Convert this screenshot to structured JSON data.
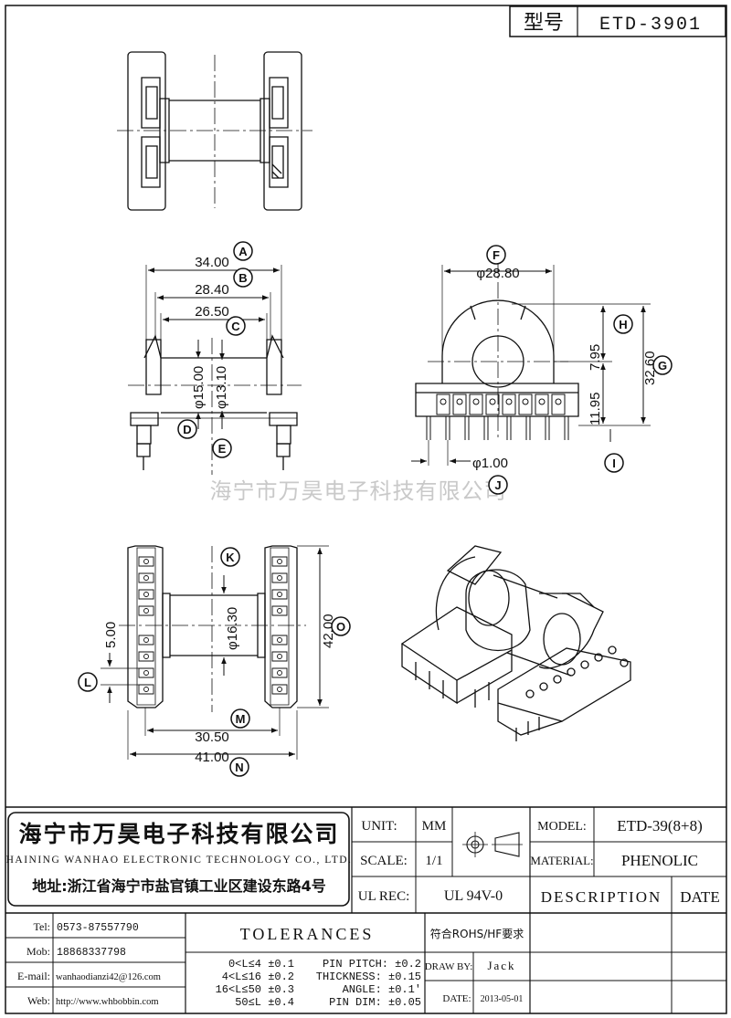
{
  "header": {
    "model_label": "型号",
    "model_value": "ETD-3901"
  },
  "watermark": "海宁市万昊电子科技有限公司",
  "dimensions": {
    "A": "34.00",
    "B": "28.40",
    "C": "26.50",
    "D": "φ15.00",
    "E": "φ13.10",
    "F": "φ28.80",
    "G": "32.60",
    "H": "7.95",
    "I": "11.95",
    "J": "φ1.00",
    "K": "φ16.30",
    "L": "5.00",
    "M": "30.50",
    "N": "41.00",
    "O": "42.00"
  },
  "callouts": [
    "A",
    "B",
    "C",
    "D",
    "E",
    "F",
    "G",
    "H",
    "I",
    "J",
    "K",
    "L",
    "M",
    "N",
    "O"
  ],
  "title_block": {
    "company_cn": "海宁市万昊电子科技有限公司",
    "company_en": "HAINING WANHAO ELECTRONIC TECHNOLOGY CO., LTD.",
    "address": "地址:浙江省海宁市盐官镇工业区建设东路4号",
    "unit_label": "UNIT:",
    "unit_value": "MM",
    "scale_label": "SCALE:",
    "scale_value": "1/1",
    "ulrec_label": "UL REC:",
    "ulrec_value": "UL 94V-0",
    "model_label": "MODEL:",
    "model_value": "ETD-39(8+8)",
    "material_label": "MATERIAL:",
    "material_value": "PHENOLIC",
    "description_label": "DESCRIPTION",
    "date_label": "DATE",
    "contacts": [
      {
        "label": "Tel:",
        "value": "0573-87557790"
      },
      {
        "label": "Mob:",
        "value": "18868337798"
      },
      {
        "label": "E-mail:",
        "value": "wanhaodianzi42@126.com"
      },
      {
        "label": "Web:",
        "value": "http://www.whbobbin.com"
      }
    ],
    "tolerances_title": "TOLERANCES",
    "tolerance_rows": [
      "0<L≤4 ±0.1",
      "4<L≤16 ±0.2",
      "16<L≤50 ±0.3",
      "50≤L ±0.4"
    ],
    "pin_specs": [
      "PIN PITCH: ±0.2",
      "THICKNESS: ±0.15",
      "ANGLE: ±0.1'",
      "PIN DIM: ±0.05"
    ],
    "rohs": "符合ROHS/HF要求",
    "draw_by_label": "DRAW BY:",
    "draw_by_value": "Jack",
    "date_label2": "DATE:",
    "date_value": "2013-05-01"
  }
}
